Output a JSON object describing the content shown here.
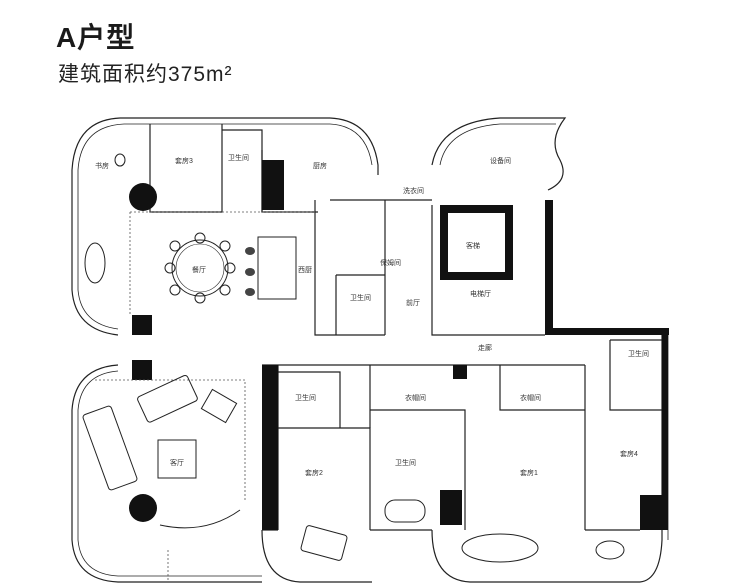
{
  "header": {
    "unit_type": "A户型",
    "area_label": "建筑面积约375m²"
  },
  "rooms": {
    "study": "书房",
    "suite3": "套房3",
    "bath3": "卫生间",
    "kitchen": "厨房",
    "laundry": "洗衣间",
    "equipment": "设备间",
    "dining": "餐厅",
    "western_kitchen": "西厨",
    "nanny_room": "保姆间",
    "nanny_bath": "卫生间",
    "foyer": "前厅",
    "guest_elevator": "客梯",
    "elevator_hall": "电梯厅",
    "corridor": "走廊",
    "living": "客厅",
    "bath2": "卫生间",
    "suite2": "套房2",
    "walkin1": "衣帽间",
    "walkin2": "衣帽间",
    "bath1": "卫生间",
    "suite1": "套房1",
    "bath4": "卫生间",
    "suite4": "套房4"
  }
}
